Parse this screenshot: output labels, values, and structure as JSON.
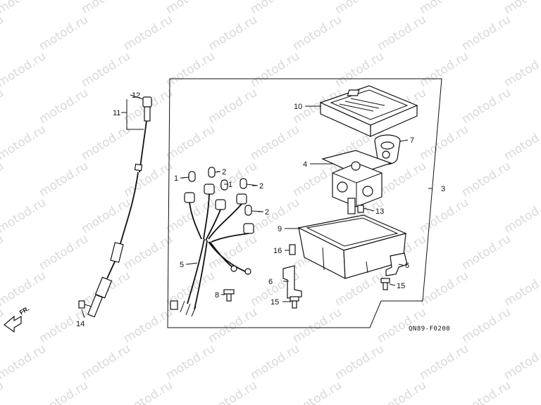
{
  "watermark": "motod.ru",
  "diagram_code": "QN89-F0200",
  "front_marker": "FR.",
  "callouts": [
    {
      "id": "c1a",
      "text": "1"
    },
    {
      "id": "c1b",
      "text": "1"
    },
    {
      "id": "c2a",
      "text": "2"
    },
    {
      "id": "c2b",
      "text": "2"
    },
    {
      "id": "c2c",
      "text": "2"
    },
    {
      "id": "c3",
      "text": "3"
    },
    {
      "id": "c4",
      "text": "4"
    },
    {
      "id": "c5",
      "text": "5"
    },
    {
      "id": "c6a",
      "text": "6"
    },
    {
      "id": "c6b",
      "text": "6"
    },
    {
      "id": "c7",
      "text": "7"
    },
    {
      "id": "c8",
      "text": "8"
    },
    {
      "id": "c9",
      "text": "9"
    },
    {
      "id": "c10",
      "text": "10"
    },
    {
      "id": "c11",
      "text": "11"
    },
    {
      "id": "c12",
      "text": "12"
    },
    {
      "id": "c13",
      "text": "13"
    },
    {
      "id": "c14",
      "text": "14"
    },
    {
      "id": "c15a",
      "text": "15"
    },
    {
      "id": "c15b",
      "text": "15"
    },
    {
      "id": "c16",
      "text": "16"
    }
  ]
}
